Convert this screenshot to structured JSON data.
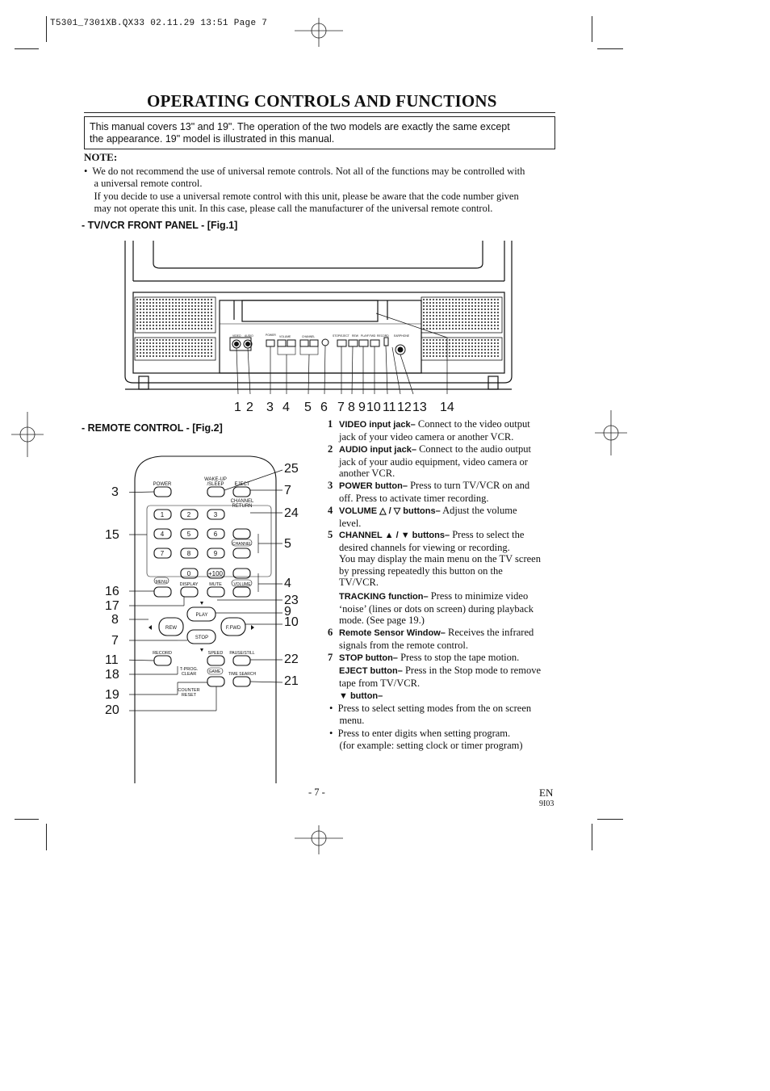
{
  "header": {
    "slug": "T5301_7301XB.QX33  02.11.29 13:51  Page 7",
    "title": "OPERATING CONTROLS AND FUNCTIONS"
  },
  "intro": {
    "line1": "This manual covers 13\" and 19\". The operation of the two models are exactly the same except",
    "line2": "the appearance. 19\" model is illustrated in this manual."
  },
  "note": {
    "label": "NOTE:",
    "lines": [
      "•  We do not recommend the use of universal remote controls. Not all of the functions may be controlled with",
      "    a universal remote control.",
      "    If you decide to use a universal remote control with this unit, please be aware that the code number given",
      "    may not operate this unit. In this case, please call the manufacturer of the universal remote control."
    ]
  },
  "front_panel": {
    "title": "- TV/VCR FRONT PANEL - [Fig.1]",
    "callouts": [
      "1",
      "2",
      "3",
      "4",
      "5",
      "6",
      "7",
      "8",
      "9",
      "10",
      "11",
      "12",
      "13",
      "14"
    ],
    "labels": {
      "video": "VIDEO",
      "audio": "AUDIO",
      "power": "POWER",
      "volume": "VOLUME",
      "channel": "CHANNEL",
      "stop_eject": "STOP/EJECT",
      "rew": "REW",
      "play": "PLAY",
      "ffwd": "F.FWD",
      "record": "RECORD",
      "earphone": "EARPHONE"
    }
  },
  "remote": {
    "title": "- REMOTE CONTROL - [Fig.2]",
    "left_callouts": [
      "3",
      "15",
      "16",
      "17",
      "8",
      "7",
      "11",
      "18",
      "19",
      "20"
    ],
    "right_callouts": [
      "25",
      "7",
      "24",
      "5",
      "4",
      "23",
      "9",
      "10",
      "22",
      "21"
    ],
    "labels": {
      "power": "POWER",
      "wakeup": "WAKE-UP",
      "sleep": "/SLEEP",
      "eject": "EJECT",
      "channel_return_1": "CHANNEL",
      "channel_return_2": "RETURN",
      "digits": [
        "1",
        "2",
        "3",
        "4",
        "5",
        "6",
        "7",
        "8",
        "9"
      ],
      "zero": "0",
      "plus100": "+100",
      "channel": "CHANNEL",
      "menu": "MENU",
      "display": "DISPLAY",
      "mute": "MUTE",
      "volume": "VOLUME",
      "play": "PLAY",
      "rew": "REW",
      "ffwd": "F.FWD",
      "stop": "STOP",
      "record": "RECORD",
      "speed": "SPEED",
      "pause": "PAUSE/STILL",
      "tprog": "T-PROG.",
      "clear": "CLEAR",
      "game": "GAME",
      "time_search": "TIME SEARCH",
      "counter": "COUNTER",
      "reset": "RESET"
    }
  },
  "items": [
    {
      "num": "1",
      "label": "VIDEO input jack–",
      "lines": [
        " Connect to the video output",
        "jack of your video camera or another VCR."
      ]
    },
    {
      "num": "2",
      "label": "AUDIO input jack–",
      "lines": [
        " Connect to the audio output",
        "jack of your audio equipment, video camera or",
        "another VCR."
      ]
    },
    {
      "num": "3",
      "label": "POWER button–",
      "lines": [
        " Press to turn TV/VCR on and",
        "off.  Press to activate timer recording."
      ]
    },
    {
      "num": "4",
      "label": "VOLUME △ / ▽ buttons–",
      "lines": [
        " Adjust the volume",
        "level."
      ]
    },
    {
      "num": "5",
      "label": "CHANNEL ▲ / ▼ buttons–",
      "lines": [
        " Press to select the",
        "desired channels for viewing or recording.",
        "You may display the main menu on the TV screen",
        "by pressing repeatedly this button on the",
        "TV/VCR."
      ]
    },
    {
      "num": "",
      "label": "TRACKING function–",
      "lines": [
        " Press to minimize video",
        "‘noise’ (lines or dots on screen) during playback",
        "mode. (See page 19.)"
      ]
    },
    {
      "num": "6",
      "label": "Remote Sensor Window–",
      "lines": [
        " Receives the infrared",
        "signals from the remote control."
      ]
    },
    {
      "num": "7",
      "label": "STOP button–",
      "lines": [
        " Press to stop the tape motion."
      ]
    },
    {
      "num": "",
      "label": "EJECT button–",
      "lines": [
        " Press in the Stop mode to remove",
        "tape from TV/VCR."
      ]
    },
    {
      "num": "",
      "label": "▼ button–",
      "lines": []
    }
  ],
  "bullets": [
    [
      "•  Press to select setting modes from the on screen",
      "    menu."
    ],
    [
      "•  Press to enter digits when setting program.",
      "    (for example: setting clock or timer program)"
    ]
  ],
  "footer": {
    "page": "- 7 -",
    "lang": "EN",
    "code": "9I03"
  }
}
